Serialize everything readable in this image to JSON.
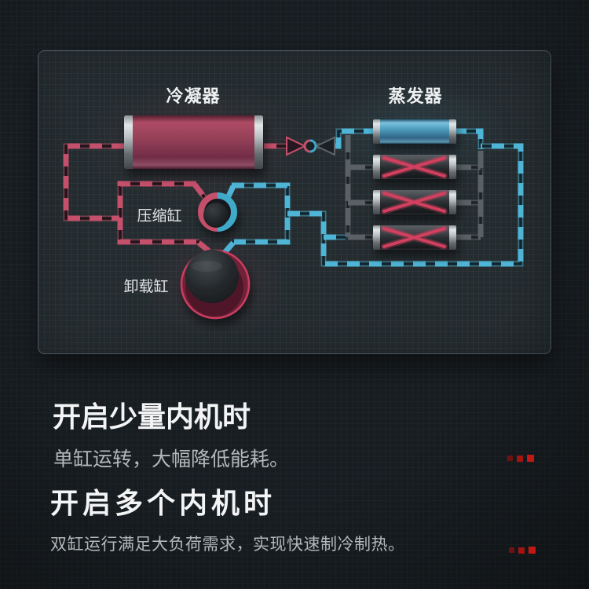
{
  "diagram": {
    "condenser_label": "冷凝器",
    "evaporator_label": "蒸发器",
    "compression_cylinder_label": "压缩缸",
    "unloading_cylinder_label": "卸载缸",
    "colors": {
      "hot_pipe": "#c5506b",
      "cold_pipe": "#4fb5d6",
      "inactive_pipe": "#5a6166",
      "fault_cross": "#d23f5e",
      "alert_dots": "#c21712",
      "panel_border": "#47575e"
    }
  },
  "sections": [
    {
      "heading": "开启少量内机时",
      "body": "单缸运转，大幅降低能耗。"
    },
    {
      "heading": "开启多个内机时",
      "body": "双缸运行满足大负荷需求，实现快速制冷制热。"
    }
  ]
}
